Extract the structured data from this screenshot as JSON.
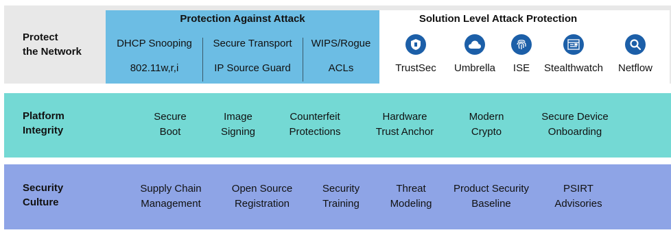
{
  "protect": {
    "label_line1": "Protect",
    "label_line2": "the Network",
    "attack_title": "Protection Against Attack",
    "columns": [
      {
        "top": "DHCP Snooping",
        "bottom": "802.11w,r,i"
      },
      {
        "top": "Secure Transport",
        "bottom": "IP Source Guard"
      },
      {
        "top": "WIPS/Rogue",
        "bottom": "ACLs"
      }
    ],
    "solution_title": "Solution Level Attack Protection",
    "solutions": [
      {
        "label": "TrustSec",
        "icon": "shield-icon"
      },
      {
        "label": "Umbrella",
        "icon": "cloud-icon"
      },
      {
        "label": "ISE",
        "icon": "fingerprint-icon"
      },
      {
        "label": "Stealthwatch",
        "icon": "dashboard-icon"
      },
      {
        "label": "Netflow",
        "icon": "search-icon"
      }
    ]
  },
  "platform": {
    "label_line1": "Platform",
    "label_line2": "Integrity",
    "items": [
      {
        "line1": "Secure",
        "line2": "Boot"
      },
      {
        "line1": "Image",
        "line2": "Signing"
      },
      {
        "line1": "Counterfeit",
        "line2": "Protections"
      },
      {
        "line1": "Hardware",
        "line2": "Trust Anchor"
      },
      {
        "line1": "Modern",
        "line2": "Crypto"
      },
      {
        "line1": "Secure Device",
        "line2": "Onboarding"
      }
    ]
  },
  "culture": {
    "label_line1": "Security",
    "label_line2": "Culture",
    "items": [
      {
        "line1": "Supply Chain",
        "line2": "Management"
      },
      {
        "line1": "Open Source",
        "line2": "Registration"
      },
      {
        "line1": "Security",
        "line2": "Training"
      },
      {
        "line1": "Threat",
        "line2": "Modeling"
      },
      {
        "line1": "Product Security",
        "line2": "Baseline"
      },
      {
        "line1": "PSIRT",
        "line2": "Advisories"
      }
    ]
  },
  "colors": {
    "protect_band": "#e8e8e8",
    "attack_box": "#6cbde4",
    "platform_band": "#74d9d4",
    "culture_band": "#8ea4e6",
    "icon_fill": "#1c5fa8"
  }
}
